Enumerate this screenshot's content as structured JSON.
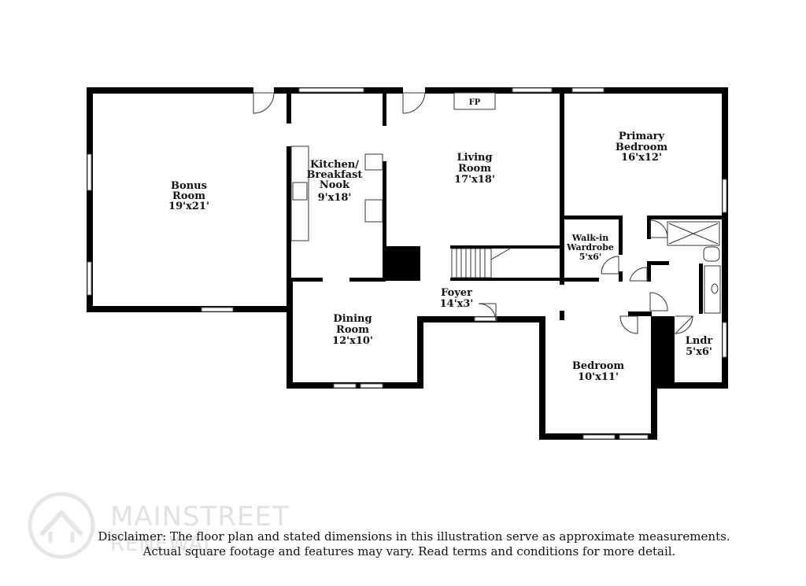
{
  "rooms": {
    "bonus": {
      "name_1": "Bonus",
      "name_2": "Room",
      "dims": "19'x21'"
    },
    "kitchen": {
      "name_1": "Kitchen/",
      "name_2": "Breakfast",
      "name_3": "Nook",
      "dims": "9'x18'"
    },
    "living": {
      "name_1": "Living",
      "name_2": "Room",
      "dims": "17'x18'"
    },
    "primary": {
      "name_1": "Primary",
      "name_2": "Bedroom",
      "dims": "16'x12'"
    },
    "walkin": {
      "name_1": "Walk-in",
      "name_2": "Wardrobe",
      "dims": "5'x6'"
    },
    "foyer": {
      "name": "Foyer",
      "dims": "14'x3'"
    },
    "dining": {
      "name_1": "Dining",
      "name_2": "Room",
      "dims": "12'x10'"
    },
    "bedroom": {
      "name": "Bedroom",
      "dims": "10'x11'"
    },
    "laundry": {
      "name": "Lndr",
      "dims": "5'x6'"
    }
  },
  "fireplace_label": "FP",
  "watermark": {
    "line_1": "MAINSTREET",
    "line_2": "RENEWAL"
  },
  "disclaimer": {
    "line_1": "Disclaimer: The floor plan and stated dimensions in this illustration serve as approximate measurements.",
    "line_2": "Actual square footage and features may vary. Read terms and conditions for more detail."
  }
}
